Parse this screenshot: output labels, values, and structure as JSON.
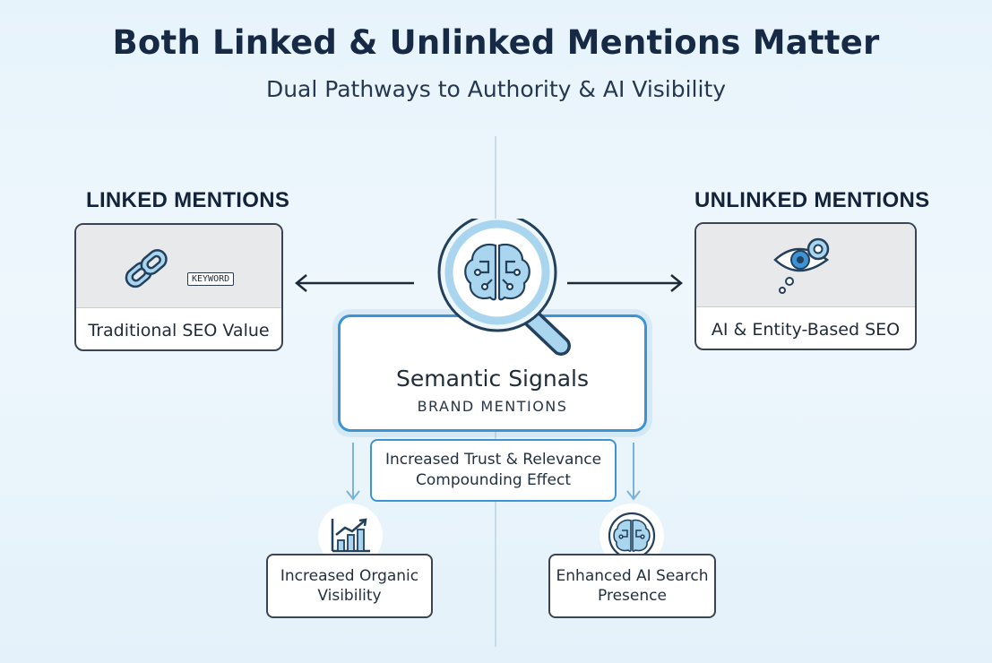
{
  "header": {
    "title": "Both Linked & Unlinked Mentions Matter",
    "subtitle": "Dual Pathways to Authority & AI Visibility"
  },
  "linked": {
    "heading": "LINKED MENTIONS",
    "card_label": "Traditional SEO Value",
    "keyword_tag": "KEYWORD",
    "icon": "chain-link-icon"
  },
  "unlinked": {
    "heading": "UNLINKED MENTIONS",
    "card_label": "AI & Entity-Based SEO",
    "icon": "eye-thought-icon"
  },
  "center": {
    "title": "Semantic Signals",
    "subtitle": "BRAND MENTIONS",
    "icon": "magnifier-brain-icon"
  },
  "trust": {
    "line1": "Increased Trust & Relevance",
    "line2": "Compounding Effect"
  },
  "outcomes": {
    "left": {
      "line1": "Increased Organic",
      "line2": "Visibility",
      "icon": "growth-chart-icon"
    },
    "right": {
      "line1": "Enhanced AI Search",
      "line2": "Presence",
      "icon": "brain-icon"
    }
  },
  "colors": {
    "accent": "#3d93d4",
    "icon_fill": "#a9d6ee",
    "dark": "#172a45",
    "background": "#e7f3fb"
  }
}
